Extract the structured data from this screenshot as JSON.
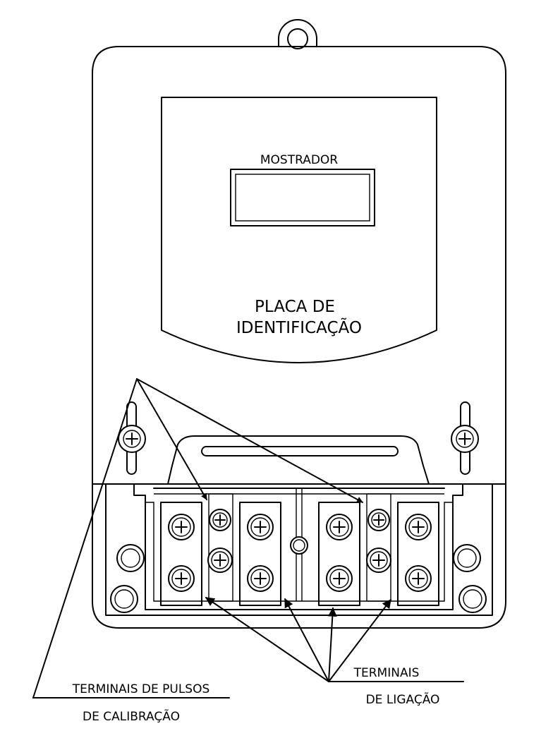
{
  "labels": {
    "display": "MOSTRADOR",
    "plate_line1": "PLACA DE",
    "plate_line2": "IDENTIFICAÇÃO",
    "calibration_line1": "TERMINAIS DE PULSOS",
    "calibration_line2": "DE CALIBRAÇÃO",
    "connection_line1": "TERMINAIS",
    "connection_line2": "DE LIGAÇÃO"
  },
  "colors": {
    "line": "#000000",
    "background": "#ffffff"
  }
}
